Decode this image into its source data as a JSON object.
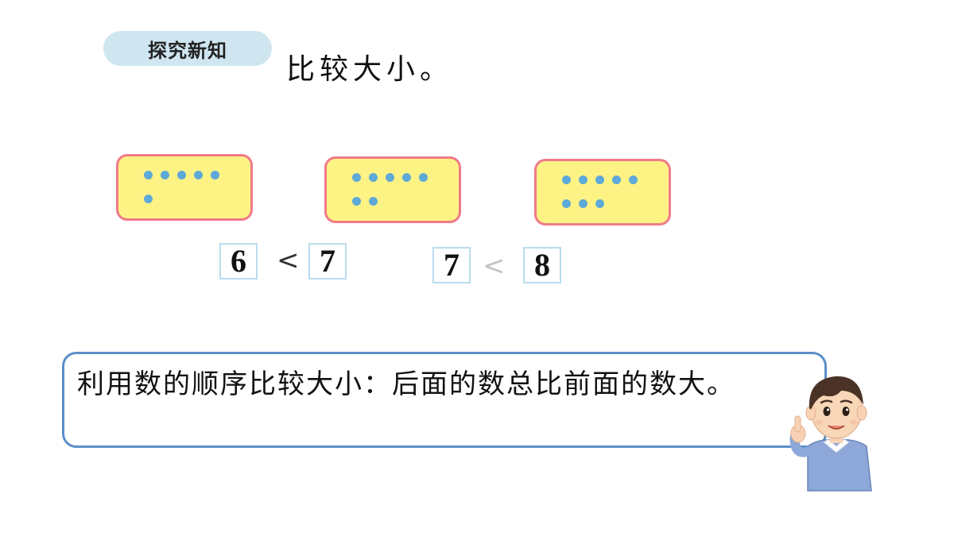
{
  "badge": {
    "label": "探究新知"
  },
  "heading": "比较大小。",
  "cards": [
    {
      "rows": [
        5,
        1
      ]
    },
    {
      "rows": [
        5,
        2
      ]
    },
    {
      "rows": [
        5,
        3
      ]
    }
  ],
  "comparisons": [
    {
      "left": "6",
      "symbol": "<",
      "right": "7"
    },
    {
      "left": "7",
      "symbol": "<",
      "right": "8"
    }
  ],
  "rule": {
    "text": "利用数的顺序比较大小：后面的数总比前面的数大。"
  },
  "colors": {
    "card_fill": "#fdf384",
    "card_border": "#f07a88",
    "dot": "#5ea9d8",
    "box_border": "#5b8fc7",
    "badge_fill": "#cfe6f1"
  },
  "character": {
    "icon": "boy-pointing-illustration"
  }
}
